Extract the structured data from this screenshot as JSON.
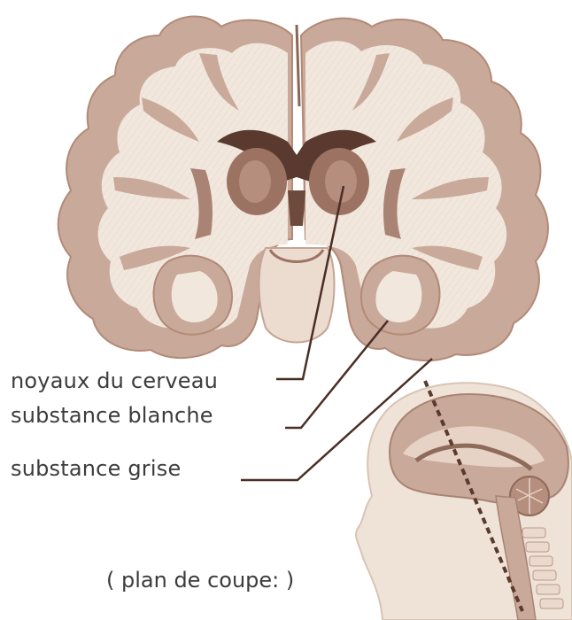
{
  "labels": {
    "nuclei": "noyaux du cerveau",
    "white_matter": "substance blanche",
    "grey_matter": "substance grise",
    "cut_plane": "( plan de coupe: )"
  },
  "colors": {
    "background": "#ffffff",
    "cortex_grey_matter": "#c9a999",
    "white_matter": "#f1e7dd",
    "deep_nuclei": "#9c7363",
    "ventricles": "#5a3a2e",
    "skin": "#efe2d6",
    "leader_line": "#4a2e25",
    "text": "#3c3c3c"
  }
}
